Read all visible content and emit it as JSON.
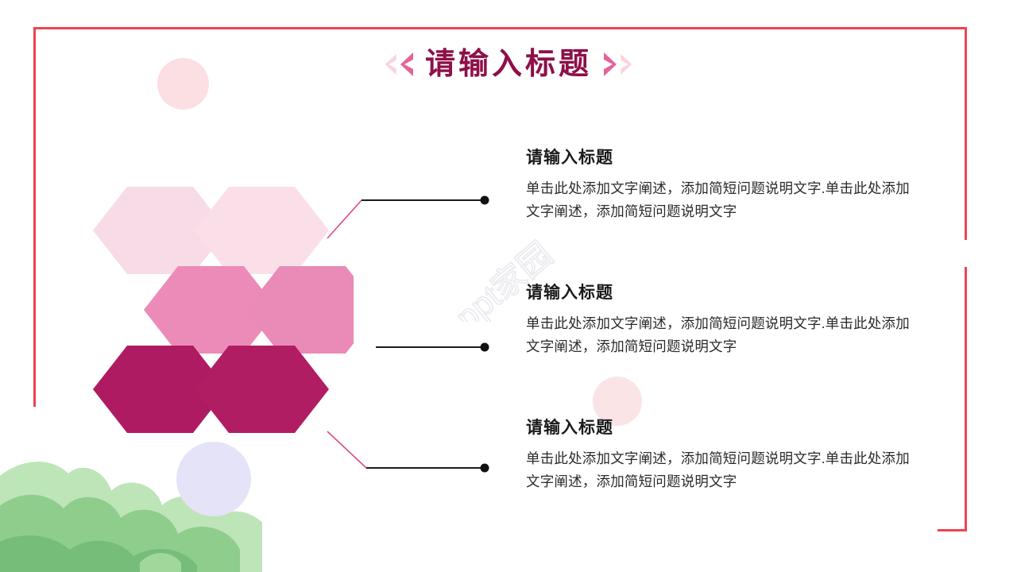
{
  "slide": {
    "title": "请输入标题",
    "title_color": "#8e1048",
    "frame_color": "#ef4350",
    "background_color": "#ffffff",
    "watermark_text": "ppt家园",
    "decor": {
      "chevron_light": "#fad3dd",
      "chevron_dark": "#e4649a",
      "circle_pink": "#fcdfe3",
      "circle_lavender": "#e4e3f8",
      "foliage_light": "#bde5b8",
      "foliage_mid": "#8fcd8c",
      "foliage_dark": "#76bd79"
    }
  },
  "hexagons": [
    {
      "name": "hex-top-left",
      "color": "#f7dbe6"
    },
    {
      "name": "hex-top-right",
      "color": "#fadfe9"
    },
    {
      "name": "hex-middle-left",
      "color": "#ec8bb7"
    },
    {
      "name": "hex-middle-right",
      "color": "#ea8ab6"
    },
    {
      "name": "hex-bottom-left",
      "color": "#ae1b62"
    },
    {
      "name": "hex-bottom-right",
      "color": "#b01d63"
    }
  ],
  "connectors": {
    "line_color": "#1a1a1a",
    "accent_color": "#e0478c",
    "dot_color": "#111111"
  },
  "blocks": [
    {
      "heading": "请输入标题",
      "body": "单击此处添加文字阐述，添加简短问题说明文字.单击此处添加文字阐述，添加简短问题说明文字"
    },
    {
      "heading": "请输入标题",
      "body": "单击此处添加文字阐述，添加简短问题说明文字.单击此处添加文字阐述，添加简短问题说明文字"
    },
    {
      "heading": "请输入标题",
      "body": "单击此处添加文字阐述，添加简短问题说明文字.单击此处添加文字阐述，添加简短问题说明文字"
    }
  ]
}
